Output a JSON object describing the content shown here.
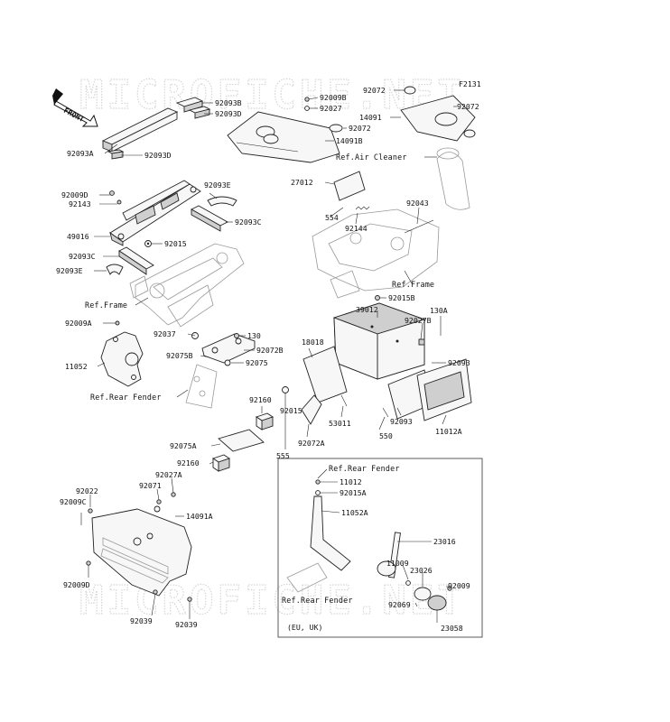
{
  "figure_code": "F2131",
  "watermark": "MICROFICHE.NET",
  "front_label": "FRONT",
  "region_note": "(EU, UK)",
  "labels": {
    "p92093B": "92093B",
    "p92093D_top": "92093D",
    "p92093A": "92093A",
    "p92093D_mid": "92093D",
    "p92009D_a": "92009D",
    "p92143": "92143",
    "p92093E_r": "92093E",
    "p92093C_r": "92093C",
    "p49016": "49016",
    "p92015_a": "92015",
    "p92093C_l": "92093C",
    "p92093E_l": "92093E",
    "ref_frame_l": "Ref.Frame",
    "p92009A": "92009A",
    "p92037": "92037",
    "p130_a": "130",
    "p92072B_a": "92072B",
    "p92075B": "92075B",
    "p92075": "92075",
    "p11052": "11052",
    "ref_rear_fender_a": "Ref.Rear Fender",
    "p92160_a": "92160",
    "p92075A": "92075A",
    "p92160_b": "92160",
    "p92027A": "92027A",
    "p92071": "92071",
    "p92022": "92022",
    "p92009C": "92009C",
    "p14091A": "14091A",
    "p92009D_b": "92009D",
    "p92039_a": "92039",
    "p92039_b": "92039",
    "p92009B": "92009B",
    "p92027": "92027",
    "p92072_top": "92072",
    "p14091": "14091",
    "p92072_mid": "92072",
    "p92072_r": "92072",
    "p14091B": "14091B",
    "ref_air_cleaner": "Ref.Air Cleaner",
    "p27012": "27012",
    "p92043": "92043",
    "p554": "554",
    "p92144": "92144",
    "ref_frame_r": "Ref.Frame",
    "p92015B": "92015B",
    "p39012": "39012",
    "p92027B": "92027B",
    "p130A": "130A",
    "p18018": "18018",
    "p92093_a": "92093",
    "p92015_b": "92015",
    "p53011": "53011",
    "p92093_b": "92093",
    "p550": "550",
    "p11012A": "11012A",
    "p92072A": "92072A",
    "p555": "555",
    "ref_rear_fender_b": "Ref.Rear Fender",
    "p11012": "11012",
    "p92015A": "92015A",
    "p11052A": "11052A",
    "p23016": "23016",
    "p11009": "11009",
    "p23026": "23026",
    "p92009": "92009",
    "ref_rear_fender_c": "Ref.Rear Fender",
    "p92069": "92069",
    "p23058": "23058"
  }
}
